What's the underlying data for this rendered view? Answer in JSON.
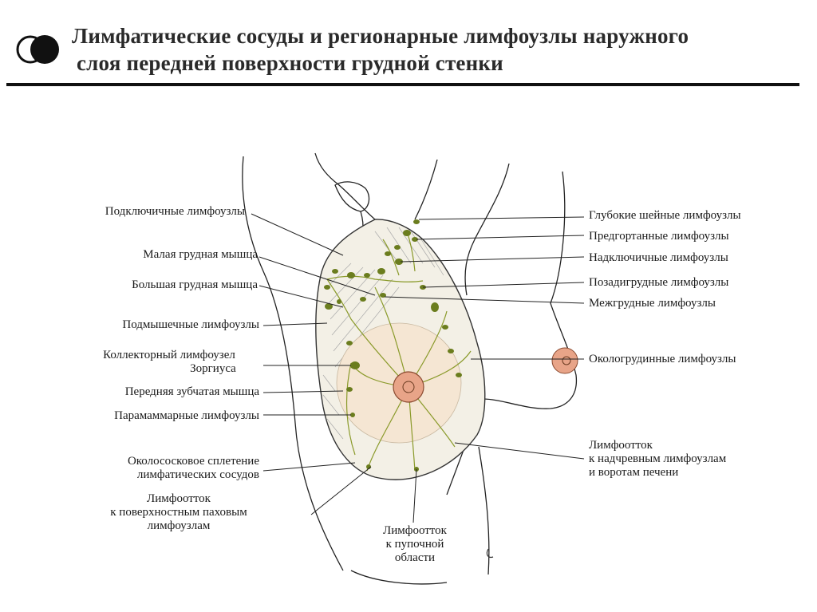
{
  "title": {
    "line1": "Лимфатические сосуды и регионарные лимфоузлы наружного",
    "line2": "слоя передней поверхности грудной стенки"
  },
  "colors": {
    "node_green": "#6b7d1e",
    "vessel_green": "#8a9a2a",
    "breast_fill": "#f5e6d3",
    "areola": "#e8a488"
  },
  "labels_left": [
    {
      "id": "subclavian",
      "lines": [
        "Подключичные лимфоузлы"
      ]
    },
    {
      "id": "pec-minor",
      "lines": [
        "Малая грудная мышца"
      ]
    },
    {
      "id": "pec-major",
      "lines": [
        "Большая грудная мышца"
      ]
    },
    {
      "id": "axillary",
      "lines": [
        "Подмышечные лимфоузлы"
      ]
    },
    {
      "id": "sorgius",
      "lines": [
        "Коллекторный лимфоузел",
        "Зоргиуса"
      ]
    },
    {
      "id": "serratus",
      "lines": [
        "Передняя зубчатая мышца"
      ]
    },
    {
      "id": "paramammary",
      "lines": [
        "Парамаммарные лимфоузлы"
      ]
    },
    {
      "id": "periareolar",
      "lines": [
        "Околососковое сплетение",
        "лимфатических сосудов"
      ]
    },
    {
      "id": "inguinal",
      "lines": [
        "Лимфоотток",
        "к поверхностным паховым",
        "лимфоузлам"
      ]
    }
  ],
  "labels_right": [
    {
      "id": "deep-cervical",
      "lines": [
        "Глубокие шейные лимфоузлы"
      ]
    },
    {
      "id": "prelaryngeal",
      "lines": [
        "Предгортанные лимфоузлы"
      ]
    },
    {
      "id": "supraclavicular",
      "lines": [
        "Надключичные лимфоузлы"
      ]
    },
    {
      "id": "retrosternal",
      "lines": [
        "Позадигрудные лимфоузлы"
      ]
    },
    {
      "id": "interpectoral",
      "lines": [
        "Межгрудные лимфоузлы"
      ]
    },
    {
      "id": "parasternal",
      "lines": [
        "Окологрудинные лимфоузлы"
      ]
    },
    {
      "id": "epigastric",
      "lines": [
        "Лимфоотток",
        "к надчревным лимфоузлам",
        "и воротам печени"
      ]
    }
  ],
  "labels_bottom": [
    {
      "id": "umbilical",
      "lines": [
        "Лимфоотток",
        "к пупочной",
        "области"
      ]
    }
  ]
}
